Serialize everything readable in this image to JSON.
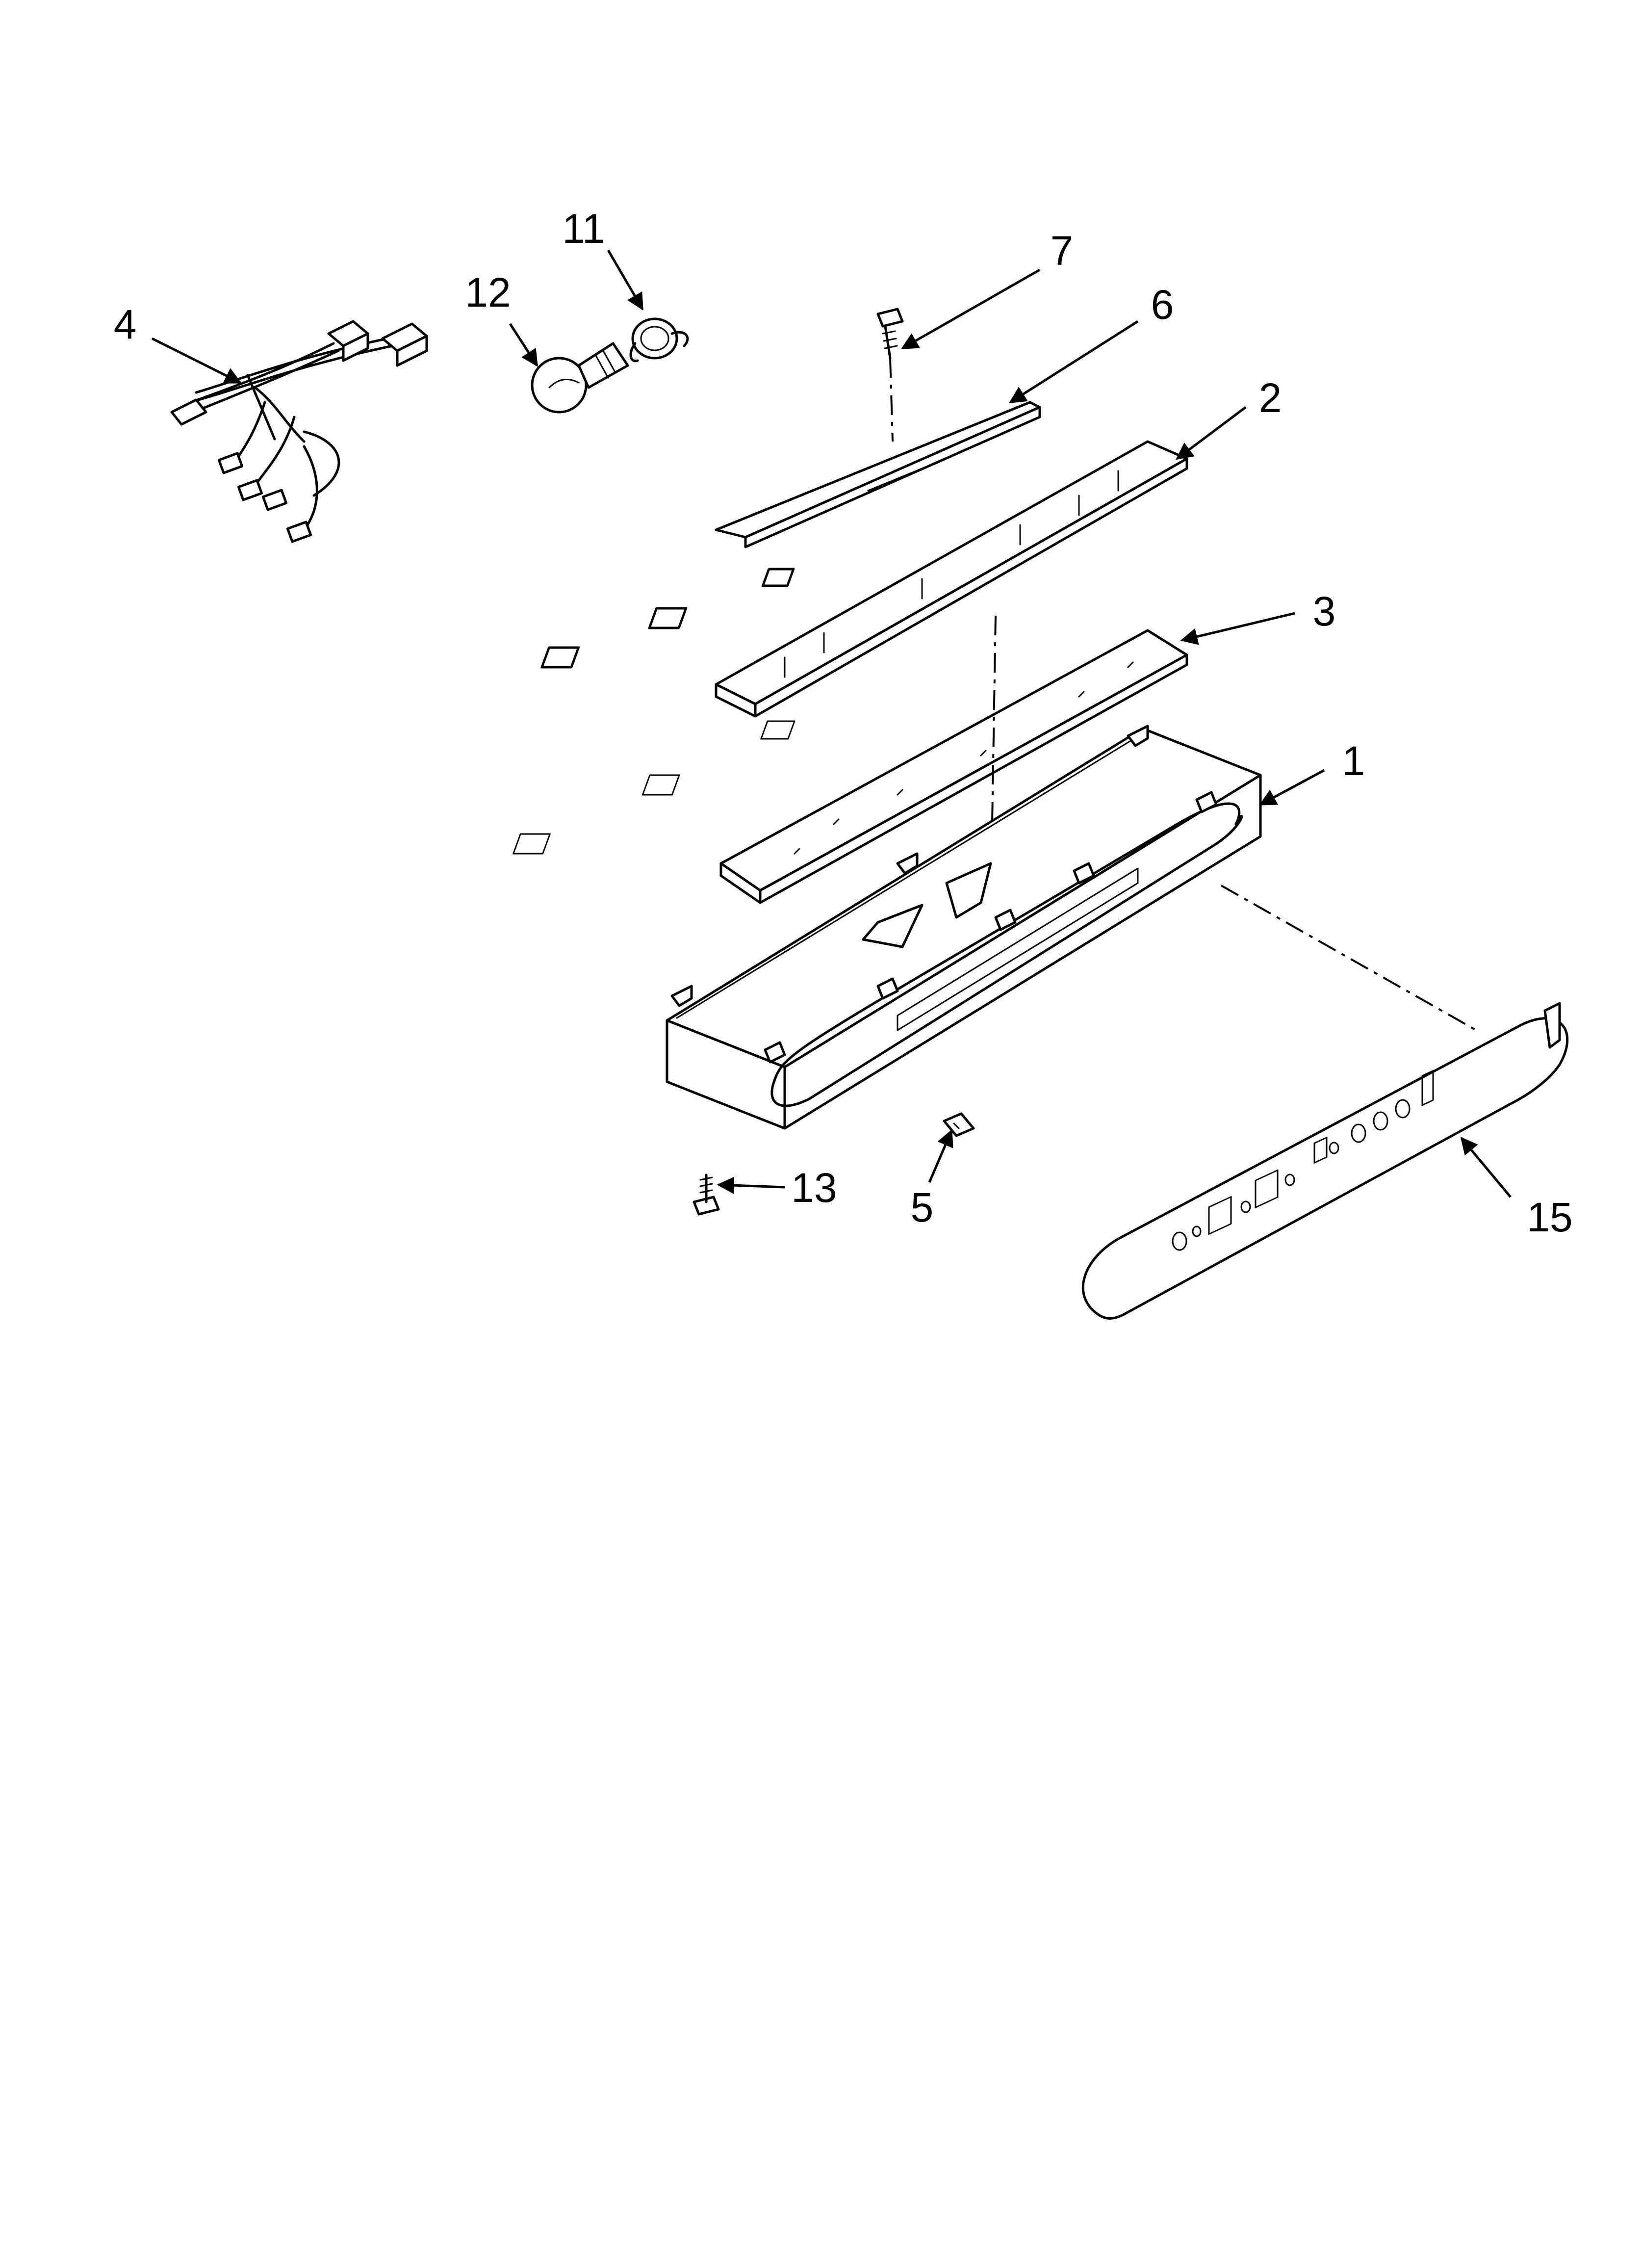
{
  "diagram": {
    "callouts": [
      {
        "id": "4",
        "label": "4"
      },
      {
        "id": "12",
        "label": "12"
      },
      {
        "id": "11",
        "label": "11"
      },
      {
        "id": "7",
        "label": "7"
      },
      {
        "id": "6",
        "label": "6"
      },
      {
        "id": "2",
        "label": "2"
      },
      {
        "id": "3",
        "label": "3"
      },
      {
        "id": "1",
        "label": "1"
      },
      {
        "id": "13",
        "label": "13"
      },
      {
        "id": "5",
        "label": "5"
      },
      {
        "id": "15",
        "label": "15"
      }
    ],
    "colors": {
      "line": "#000000",
      "background": "#ffffff"
    }
  }
}
